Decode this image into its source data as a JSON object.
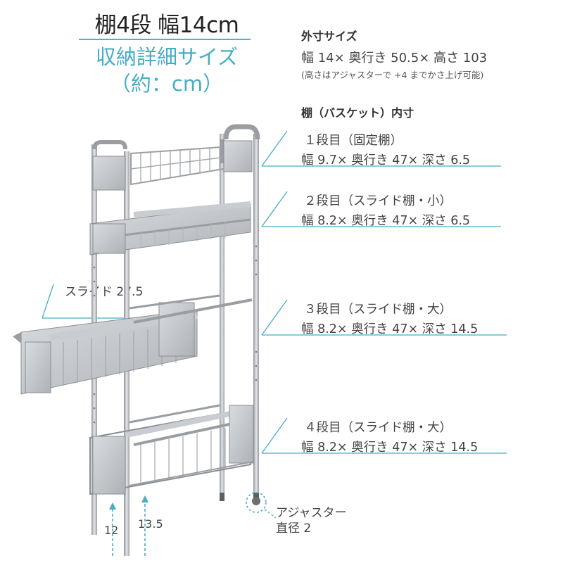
{
  "title": {
    "main": "棚4段 幅14cm",
    "sub_line1": "収納詳細サイズ",
    "sub_line2": "（約：cm）"
  },
  "outer": {
    "heading": "外寸サイズ",
    "dims": "幅 14× 奥行き 50.5× 高さ 103",
    "note": "(高さはアジャスターで +4 までかさ上げ可能)"
  },
  "inner": {
    "heading": "棚（バスケット）内寸"
  },
  "shelves": [
    {
      "name": "１段目（固定棚）",
      "dims": "幅 9.7× 奥行き 47× 深さ 6.5"
    },
    {
      "name": "２段目（スライド棚・小）",
      "dims": "幅 8.2× 奥行き 47× 深さ 6.5"
    },
    {
      "name": "３段目（スライド棚・大）",
      "dims": "幅 8.2× 奥行き 47× 深さ 14.5"
    },
    {
      "name": "４段目（スライド棚・大）",
      "dims": "幅 8.2× 奥行き 47× 深さ 14.5"
    }
  ],
  "slide": {
    "label": "スライド 27.5"
  },
  "bottom": {
    "left_gap": "12",
    "right_gap": "13.5"
  },
  "adjuster": {
    "line1": "アジャスター",
    "line2": "直径 2"
  },
  "colors": {
    "accent": "#45adc4",
    "metal": "#b9bcc0",
    "metal_dark": "#8a8e93"
  }
}
